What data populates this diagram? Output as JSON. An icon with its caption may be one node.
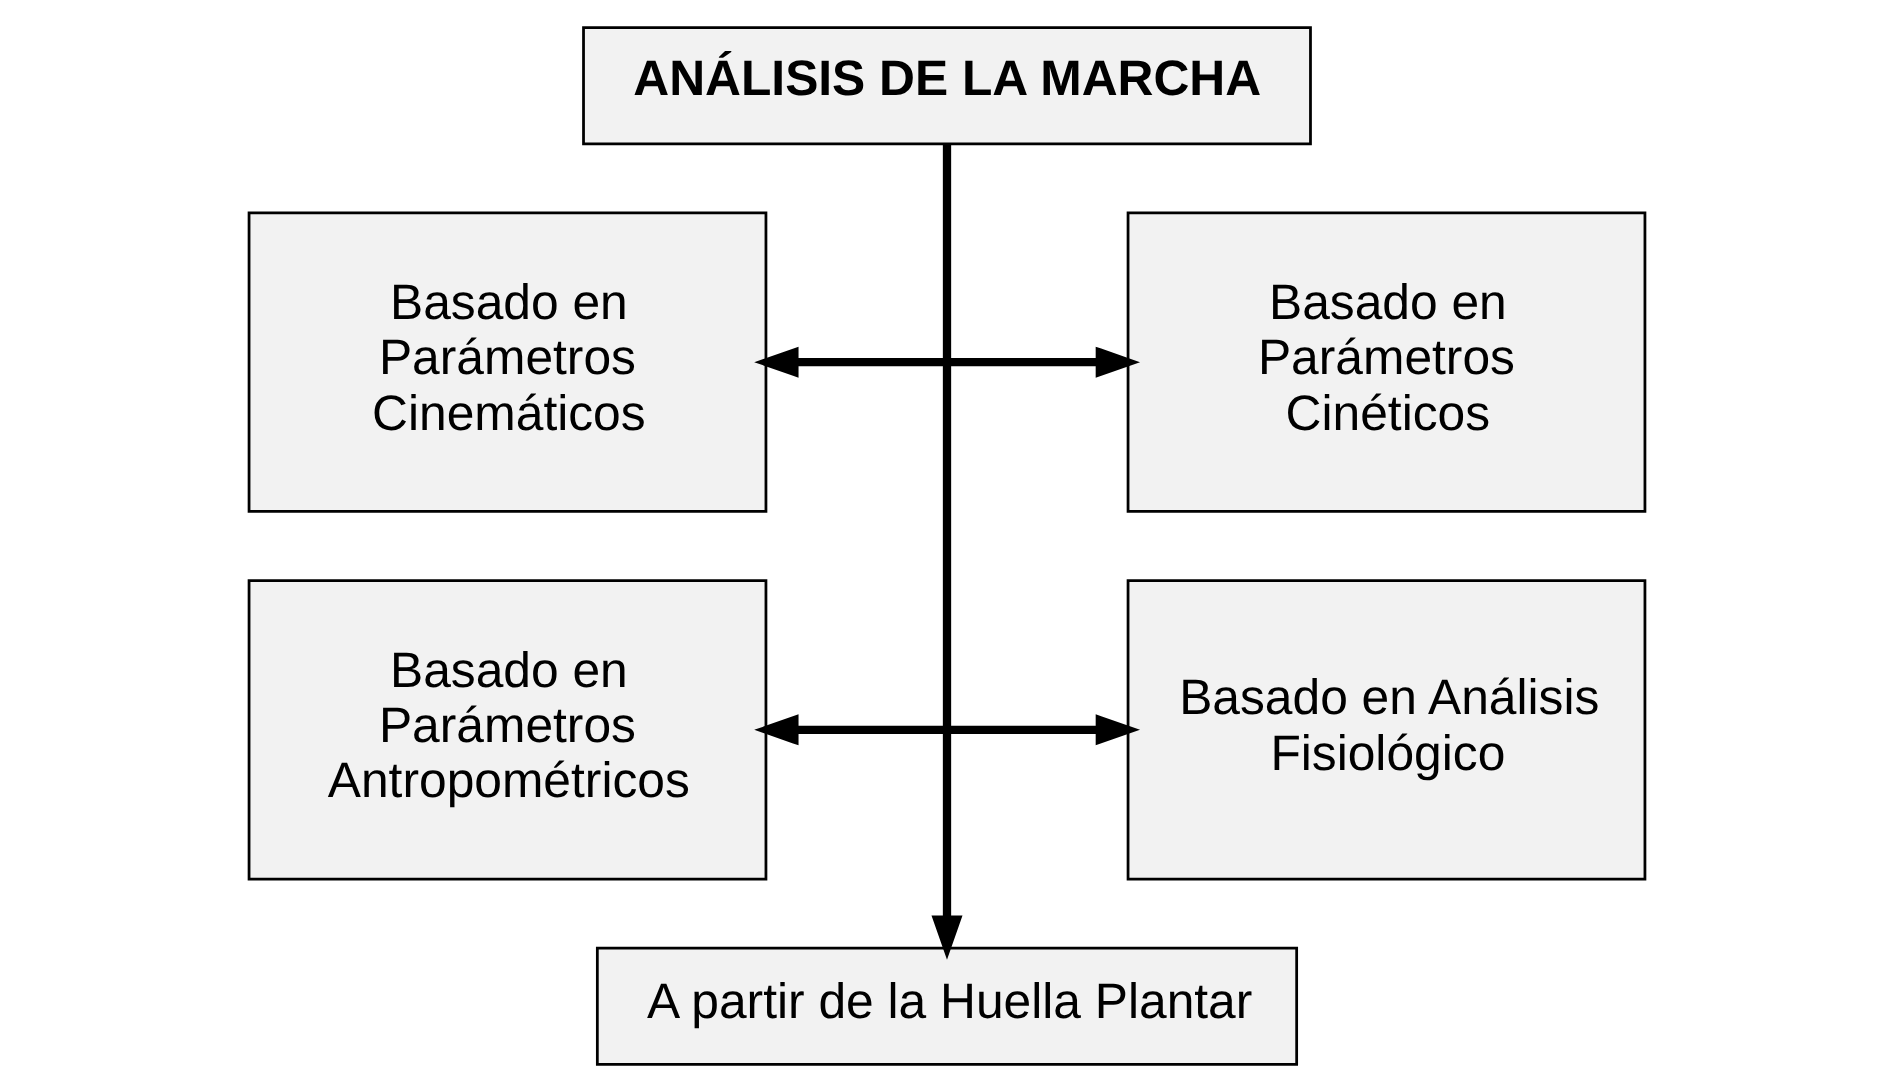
{
  "diagram": {
    "nodes": [
      {
        "text": [
          "ANÁLISIS DE LA MARCHA"
        ]
      },
      {
        "text": [
          "Basado en Parámetros Cinemáticos"
        ]
      },
      {
        "text": [
          "Basado en Parámetros Cinéticos"
        ]
      },
      {
        "text": [
          "Basado en Parámetros Antropométricos"
        ]
      },
      {
        "text": [
          "Basado en Análisis Fisiológico"
        ]
      },
      {
        "text": [
          "A partir de la Huella Plantar"
        ]
      }
    ],
    "edges": [
      {
        "from": 1,
        "to": 2,
        "arrow": "both"
      },
      {
        "from": 3,
        "to": 4,
        "arrow": "both"
      },
      {
        "from": 0,
        "to": 5,
        "arrow": "to"
      }
    ]
  }
}
